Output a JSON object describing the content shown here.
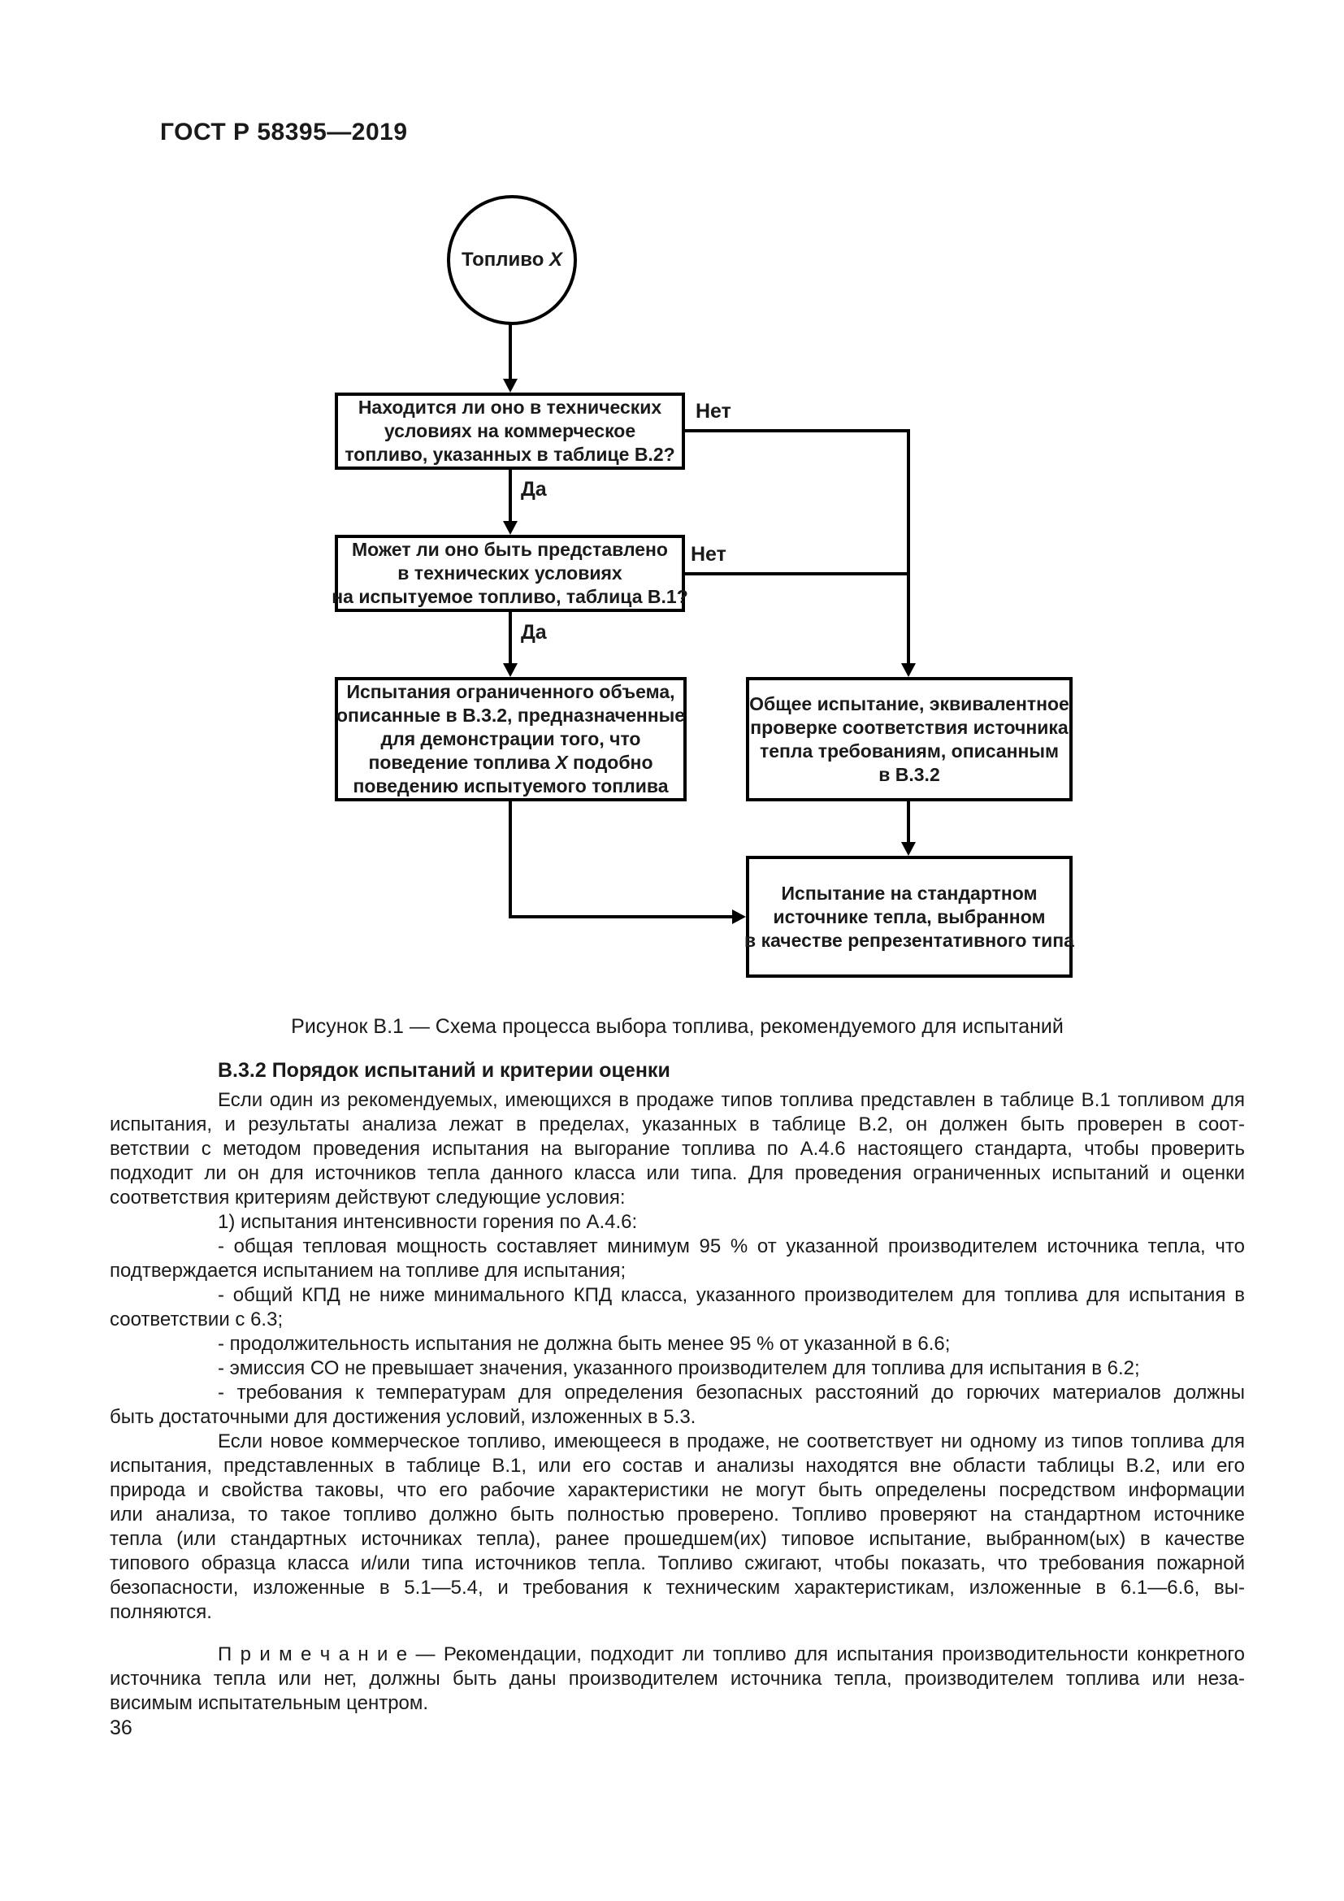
{
  "header": {
    "title": "ГОСТ Р 58395—2019"
  },
  "flowchart": {
    "start": {
      "lines": [
        "Топливо X"
      ]
    },
    "labels": {
      "yes1": "Да",
      "yes2": "Да",
      "no1": "Нет",
      "no2": "Нет"
    },
    "boxes": {
      "q_commercial": {
        "lines": [
          "Находится ли оно в технических",
          "условиях на коммерческое",
          "топливо, указанных в таблице В.2?"
        ]
      },
      "q_test_fuel": {
        "lines": [
          "Может ли оно быть представлено",
          "в технических условиях",
          "на испытуемое топливо, таблица В.1?"
        ]
      },
      "limited_tests": {
        "lines": [
          "Испытания ограниченного объема,",
          "описанные в В.3.2, предназначенные",
          "для демонстрации того, что",
          "поведение топлива X подобно",
          "поведению испытуемого топлива"
        ]
      },
      "general_test": {
        "lines": [
          "Общее испытание, эквивалентное",
          "проверке соответствия источника",
          "тепла требованиям, описанным",
          "в В.3.2"
        ]
      },
      "standard_source_test": {
        "lines": [
          "Испытание на стандартном",
          "источнике тепла, выбранном",
          "в качестве репрезентативного типа"
        ]
      }
    }
  },
  "figure": {
    "caption": "Рисунок В.1 — Схема процесса выбора топлива, рекомендуемого для испытаний"
  },
  "section": {
    "heading": "В.3.2 Порядок испытаний и критерии оценки",
    "paragraphs": [
      {
        "type": "body",
        "lines": [
          "Если один из рекомендуемых, имеющихся в продаже типов топлива представлен в таблице В.1 топливом для",
          "испытания, и результаты анализа лежат в пределах, указанных в таблице В.2, он должен быть проверен в соот-",
          "ветствии с методом проведения испытания на выгорание топлива по А.4.6 настоящего стандарта, чтобы проверить",
          "подходит ли он для источников тепла данного класса или типа. Для проведения ограниченных испытаний и оценки",
          "соответствия критериям действуют следующие условия:"
        ]
      },
      {
        "type": "body",
        "lines": [
          "1) испытания интенсивности горения по А.4.6:"
        ]
      },
      {
        "type": "body",
        "lines": [
          "- общая тепловая мощность составляет минимум 95 % от указанной производителем источника тепла, что",
          "подтверждается испытанием на топливе для испытания;"
        ]
      },
      {
        "type": "body",
        "lines": [
          "- общий КПД не ниже минимального КПД класса, указанного производителем для топлива для испытания в",
          "соответствии с 6.3;"
        ]
      },
      {
        "type": "body",
        "lines": [
          "- продолжительность испытания не должна быть менее 95 % от указанной в 6.6;"
        ]
      },
      {
        "type": "body",
        "lines": [
          "- эмиссия СО не превышает значения, указанного производителем для топлива для испытания в 6.2;"
        ]
      },
      {
        "type": "body",
        "lines": [
          "- требования к температурам для определения безопасных расстояний до горючих материалов должны",
          "быть достаточными для достижения условий, изложенных в 5.3."
        ]
      },
      {
        "type": "body",
        "lines": [
          "Если новое коммерческое топливо, имеющееся в продаже, не соответствует ни одному из типов топлива для",
          "испытания, представленных в таблице В.1, или его состав и анализы находятся вне области таблицы В.2, или его",
          "природа и свойства таковы, что его рабочие характеристики не могут быть определены посредством информации",
          "или анализа, то такое топливо должно быть полностью проверено. Топливо проверяют на стандартном источнике",
          "тепла (или стандартных источниках тепла), ранее прошедшем(их) типовое испытание, выбранном(ых) в качестве",
          "типового образца класса и/или типа источников тепла. Топливо сжигают, чтобы показать, что требования пожарной",
          "безопасности, изложенные в 5.1—5.4, и требования к техническим характеристикам, изложенные в 6.1—6.6, вы-",
          "полняются."
        ]
      },
      {
        "type": "note",
        "lines": [
          "П р и м е ч а н и е — Рекомендации, подходит ли топливо для испытания производительности конкретного",
          "источника тепла или нет, должны быть даны производителем источника тепла, производителем топлива или неза-",
          "висимым испытательным центром."
        ]
      }
    ]
  },
  "footer": {
    "page_number": "36"
  }
}
